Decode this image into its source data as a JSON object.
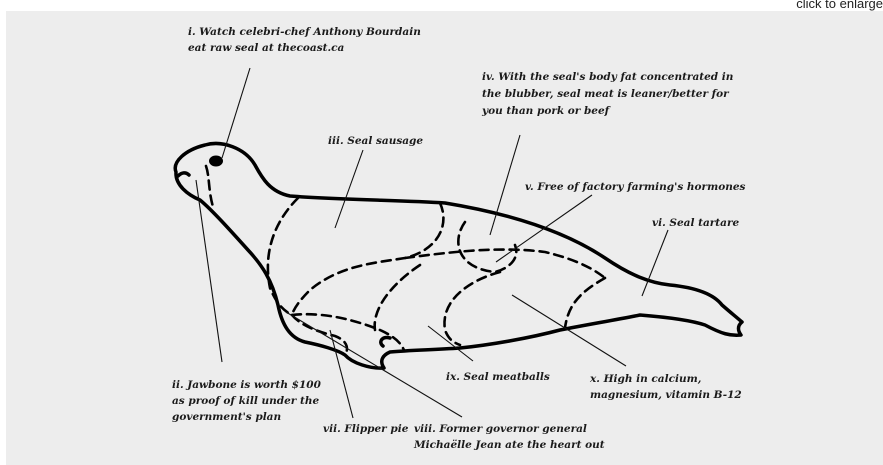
{
  "enlarge_link": "click to enlarge",
  "annotations": {
    "i": [
      "i. Watch celebri-chef Anthony Bourdain",
      "eat raw seal at thecoast.ca"
    ],
    "ii": [
      "ii. Jawbone is worth $100",
      "as proof of kill under the",
      "government's plan"
    ],
    "iii": [
      "iii. Seal sausage"
    ],
    "iv": [
      "iv. With the seal's body fat concentrated in",
      "the blubber, seal meat is leaner/better for",
      "you than pork or beef"
    ],
    "v": [
      "v. Free of factory farming's hormones"
    ],
    "vi": [
      "vi. Seal tartare"
    ],
    "vii": [
      "vii. Flipper pie"
    ],
    "viii": [
      "viii. Former governor general",
      "Michaëlle Jean ate the heart out"
    ],
    "ix": [
      "ix. Seal meatballs"
    ],
    "x": [
      "x. High in calcium,",
      "magnesium, vitamin B-12"
    ]
  }
}
